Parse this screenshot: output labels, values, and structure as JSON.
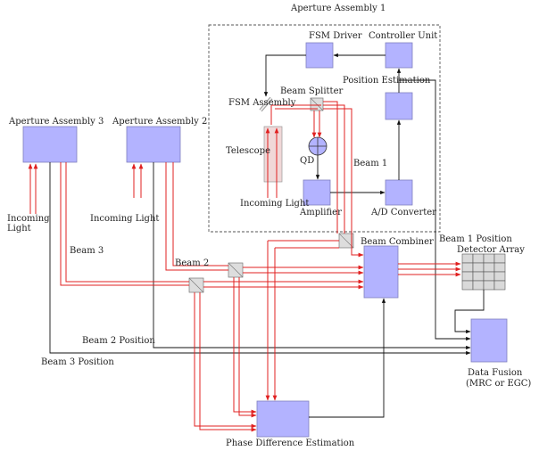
{
  "labels": {
    "aperture1": "Aperture Assembly 1",
    "aperture2": "Aperture Assembly 2",
    "aperture3": "Aperture Assembly 3",
    "fsm_driver": "FSM Driver",
    "controller_unit": "Controller Unit",
    "position_estimation": "Position Estimation",
    "fsm_assembly": "FSM Assembly",
    "beam_splitter": "Beam Splitter",
    "telescope": "Telescope",
    "qd": "QD",
    "beam1": "Beam 1",
    "incoming_light_1": "Incoming Light",
    "amplifier": "Amplifier",
    "ad_converter": "A/D Converter",
    "incoming_light_2": "Incoming Light",
    "incoming_3a": "Incoming",
    "incoming_3b": "Light",
    "beam3": "Beam 3",
    "beam2": "Beam 2",
    "beam_combiner": "Beam Combiner",
    "beam1_position": "Beam 1 Position",
    "detector_array": "Detector Array",
    "beam2_position": "Beam 2 Position",
    "beam3_position": "Beam 3 Position",
    "data_fusion_a": "Data Fusion",
    "data_fusion_b": "(MRC or EGC)",
    "phase_difference": "Phase Difference Estimation"
  },
  "colors": {
    "block_fill": "#b3b3ff",
    "optical_beam": "#e02020",
    "signal_line": "#111111"
  }
}
